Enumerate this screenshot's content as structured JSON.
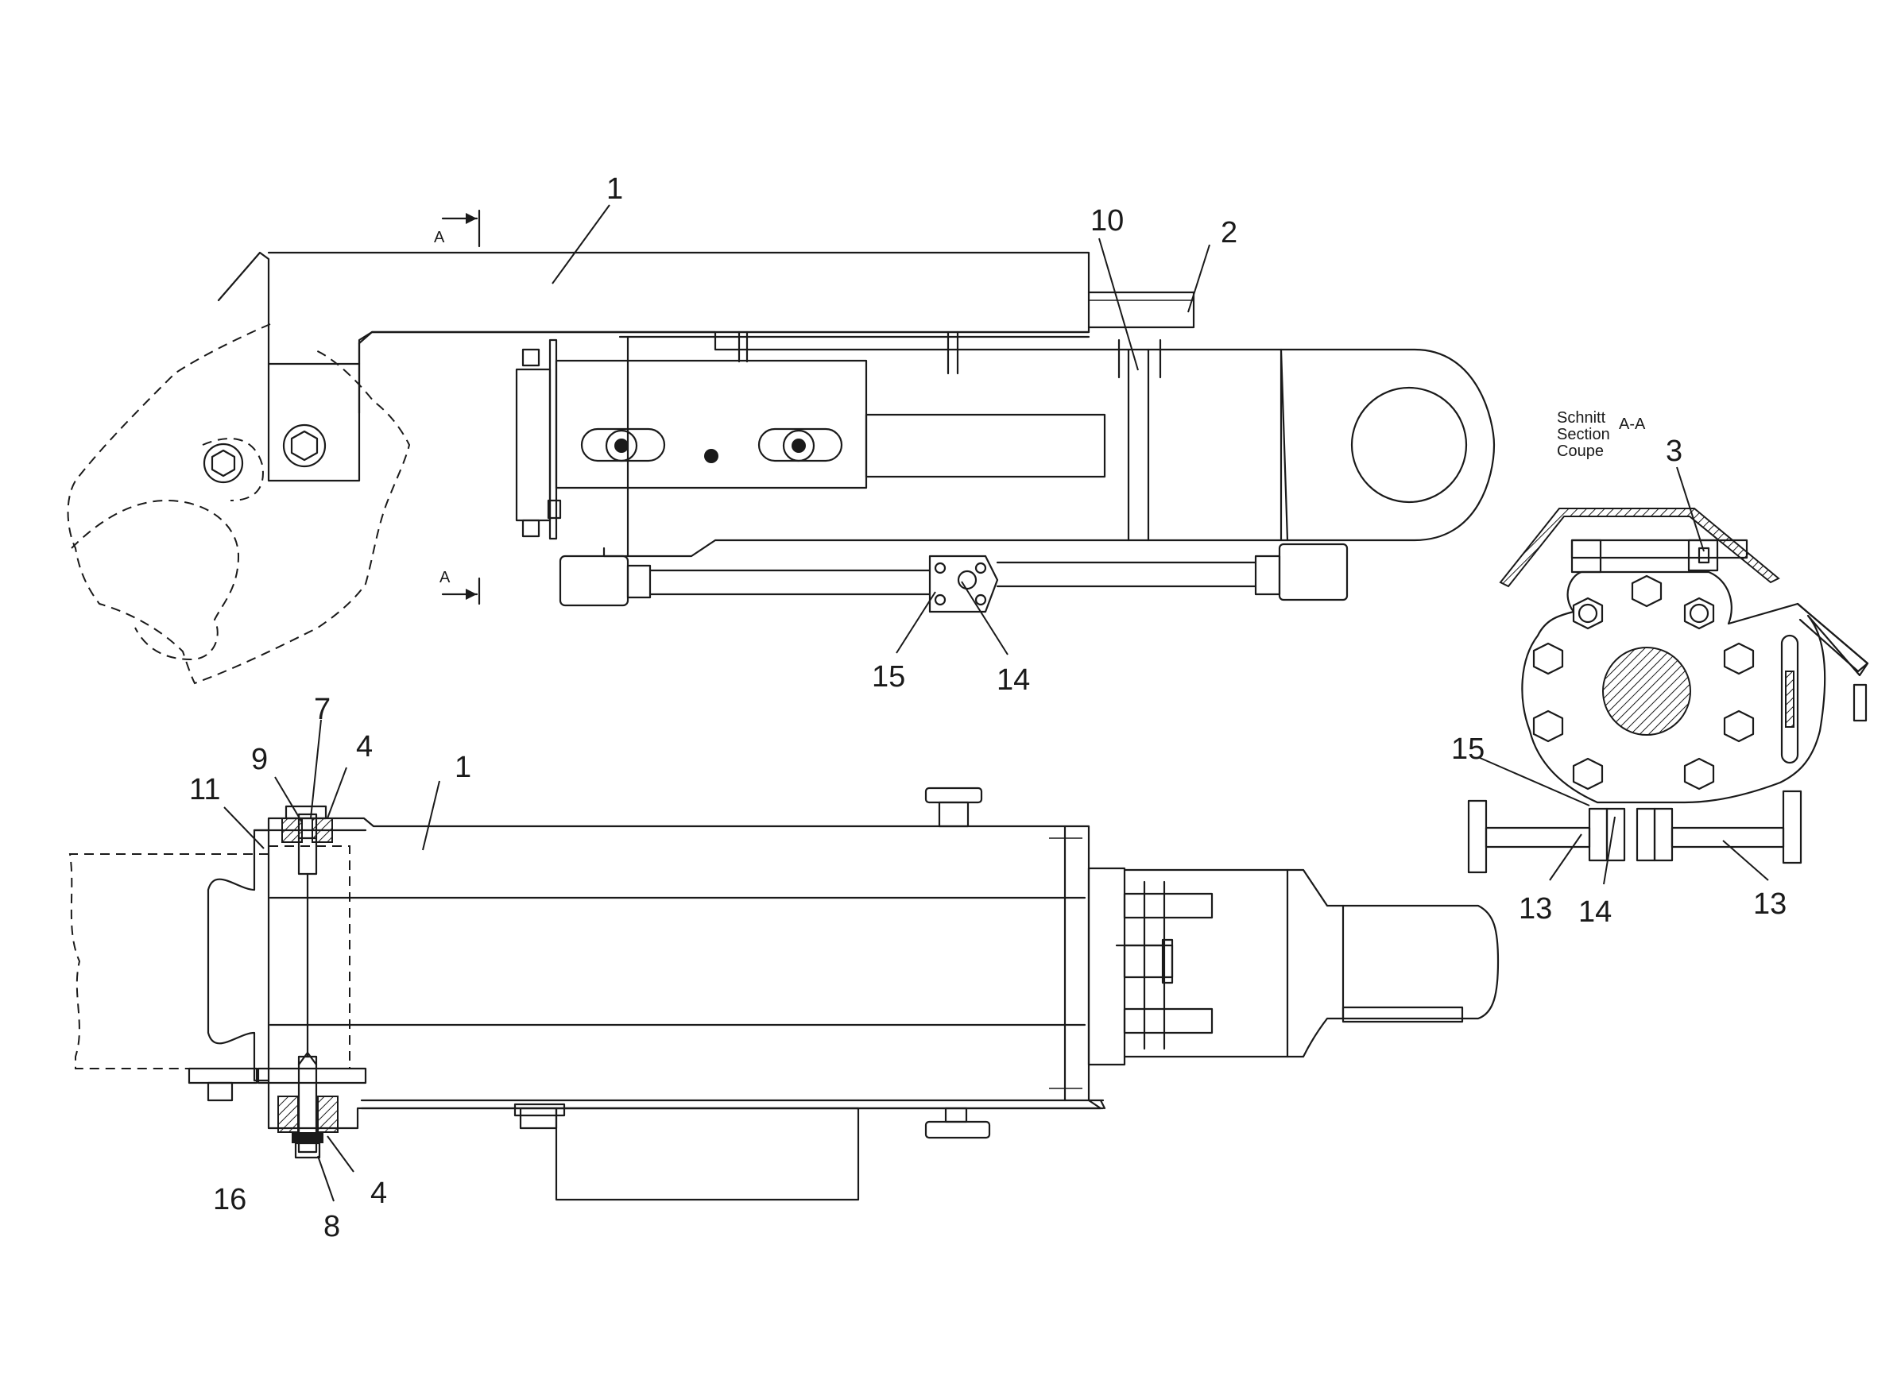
{
  "callouts": {
    "top_1": "1",
    "top_2": "2",
    "top_10": "10",
    "top_15": "15",
    "top_14": "14",
    "bot_1": "1",
    "bot_4a": "4",
    "bot_4b": "4",
    "bot_7": "7",
    "bot_8": "8",
    "bot_9": "9",
    "bot_11": "11",
    "bot_16": "16",
    "sec_3": "3",
    "sec_13a": "13",
    "sec_13b": "13",
    "sec_14": "14",
    "sec_15": "15"
  },
  "section_marks": {
    "top": "A",
    "bottom": "A"
  },
  "section_title": {
    "line1": "Schnitt",
    "line2": "Section",
    "line3": "Coupe",
    "id": "A-A"
  }
}
